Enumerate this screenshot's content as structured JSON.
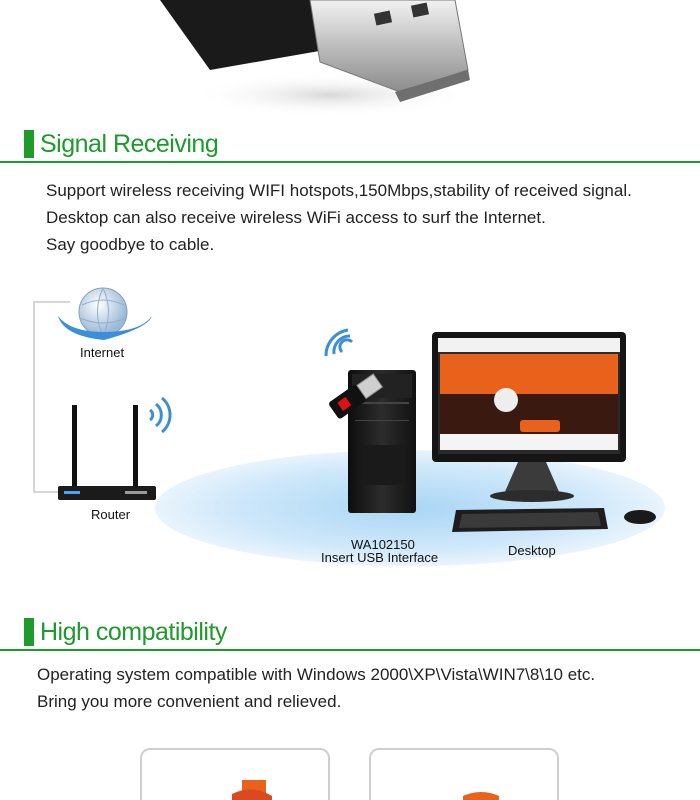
{
  "section1": {
    "title": "Signal Receiving",
    "lines": [
      "Support wireless receiving WIFI hotspots,150Mbps,stability of received signal.",
      "Desktop can also receive wireless WiFi access to surf the Internet.",
      "Say goodbye to cable."
    ]
  },
  "diagram": {
    "internet_label": "Internet",
    "router_label": "Router",
    "adapter_model": "WA102150",
    "adapter_desc": "Insert USB Interface",
    "desktop_label": "Desktop"
  },
  "section2": {
    "title": "High compatibility",
    "lines": [
      "Operating system compatible with Windows 2000\\XP\\Vista\\WIN7\\8\\10 etc.",
      "Bring you more convenient and relieved."
    ]
  },
  "colors": {
    "accent": "#1f9a2c",
    "wifi": "#3a8fd6",
    "monitor_orange": "#e8621c"
  }
}
